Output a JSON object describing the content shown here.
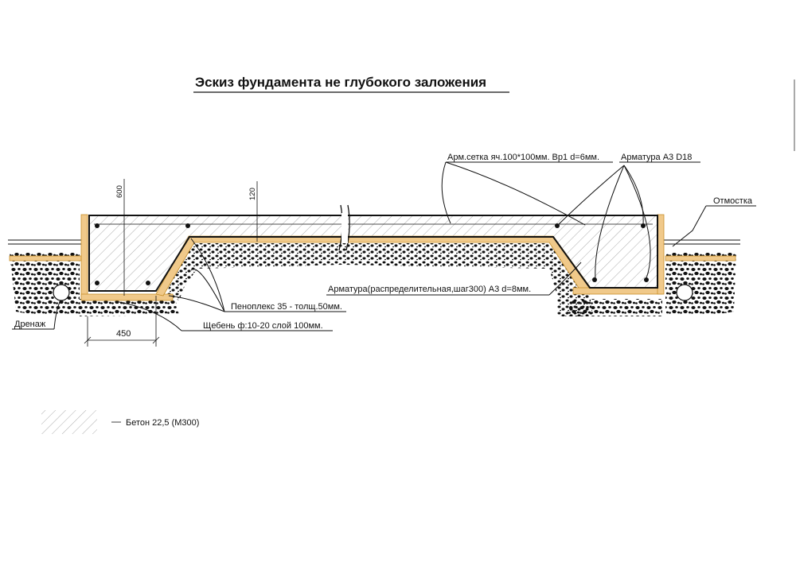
{
  "title": "Эскиз фундамента  не  глубокого заложения",
  "callouts": {
    "mesh": "Арм.сетка яч.100*100мм. Вр1 d=6мм.",
    "rebar_main": "Арматура А3 D18",
    "blind_area": "Отмостка",
    "rebar_dist": "Арматура(распределительная,шаг300) А3 d=8мм.",
    "insulation": "Пеноплекс 35 - толщ.50мм.",
    "gravel": "Щебень ф:10-20 слой 100мм.",
    "drainage": "Дренаж"
  },
  "dimensions": {
    "height_edge": "600",
    "slab_thickness": "120",
    "footing_width": "450"
  },
  "legend": {
    "concrete_label": "Бетон  22,5   (М300)"
  },
  "colors": {
    "insulation": "#f0c98a",
    "insulation_edge": "#c8902a",
    "concrete_hatch": "#8a8a8a",
    "ink": "#111111"
  }
}
